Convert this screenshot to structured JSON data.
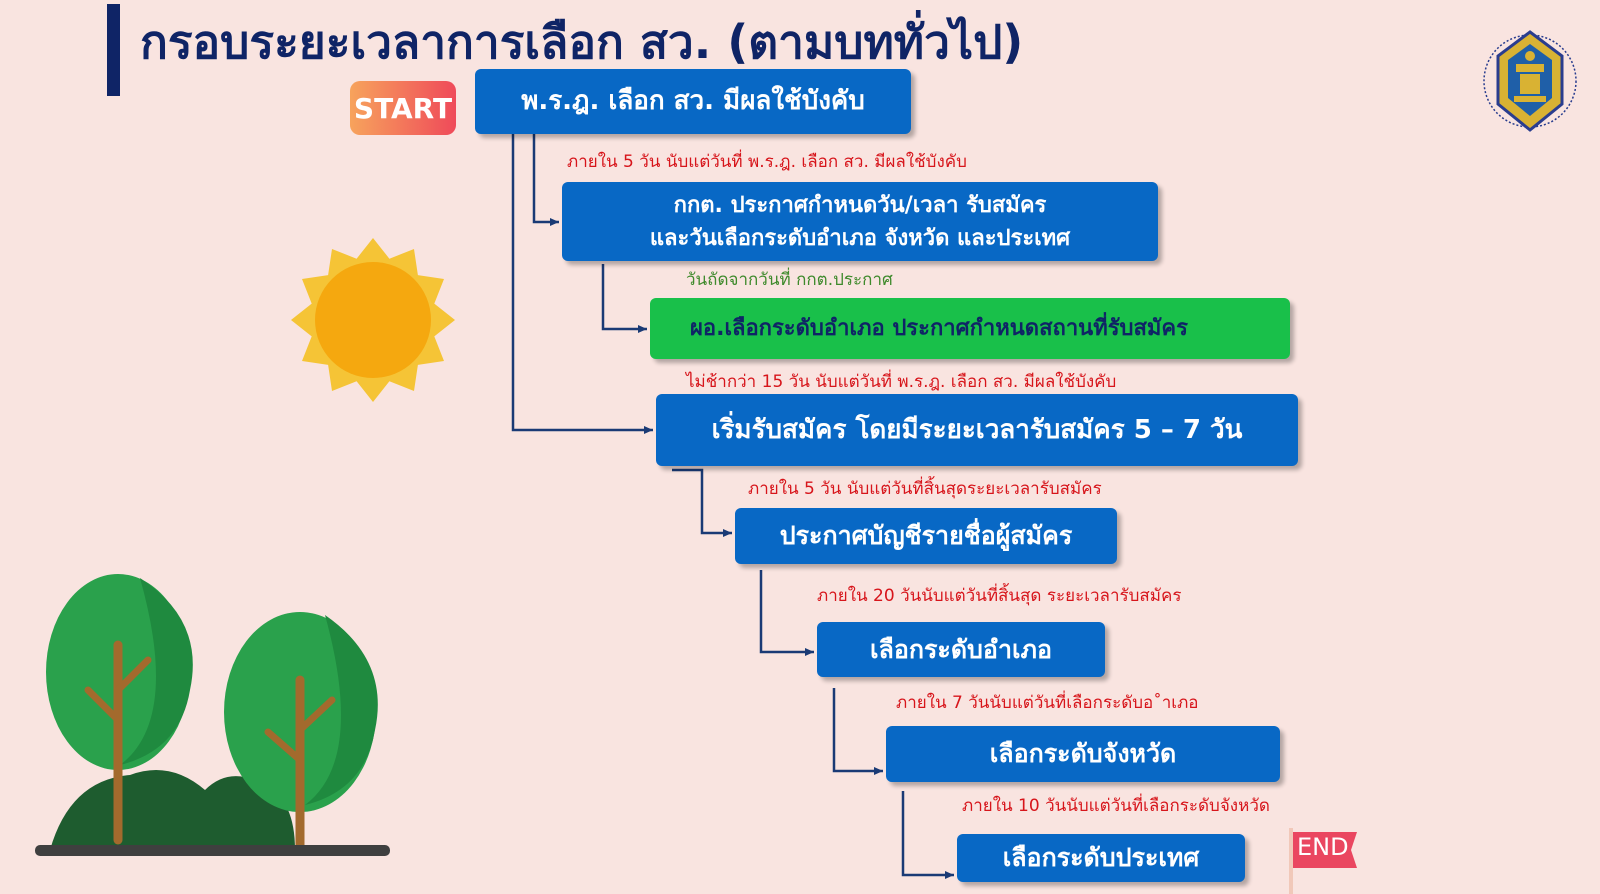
{
  "page": {
    "title": "กรอบระยะเวลาการเลือก สว. (ตามบททั่วไป)",
    "start_label": "START",
    "end_label": "END"
  },
  "steps": [
    {
      "lines": [
        "พ.ร.ฎ. เลือก สว. มีผลใช้บังคับ"
      ]
    },
    {
      "lines": [
        "กกต. ประกาศกำหนดวัน/เวลา รับสมัคร",
        "และวันเลือกระดับอำเภอ จังหวัด และประเทศ"
      ]
    },
    {
      "lines": [
        "ผอ.เลือกระดับอำเภอ ประกาศกำหนดสถานที่รับสมัคร"
      ]
    },
    {
      "lines": [
        "เริ่มรับสมัคร โดยมีระยะเวลารับสมัคร 5 – 7 วัน"
      ]
    },
    {
      "lines": [
        "ประกาศบัญชีรายชื่อผู้สมัคร"
      ]
    },
    {
      "lines": [
        "เลือกระดับอำเภอ"
      ]
    },
    {
      "lines": [
        "เลือกระดับจังหวัด"
      ]
    },
    {
      "lines": [
        "เลือกระดับประเทศ"
      ]
    }
  ],
  "timing_notes": [
    "ภายใน 5 วัน นับแต่วันที่ พ.ร.ฎ. เลือก สว. มีผลใช้บังคับ",
    "วันถัดจากวันที่ กกต.ประกาศ",
    "ไม่ช้ากว่า 15 วัน  นับแต่วันที่ พ.ร.ฎ. เลือก สว. มีผลใช้บังคับ",
    "ภายใน 5 วัน นับแต่วันที่สิ้นสุดระยะเวลารับสมัคร",
    "ภายใน 20 วันนับแต่วันที่สิ้นสุด ระยะเวลารับสมัคร",
    "ภายใน 7 วันนับแต่วันที่เลือกระดับอ˚าเภอ",
    "ภายใน 10 วันนับแต่วันที่เลือกระดับจังหวัด"
  ],
  "colors": {
    "background": "#f9e4e0",
    "title": "#0f2466",
    "step_box": "#0868c5",
    "step_box_highlight": "#19c04a",
    "note_text": "#d7151b",
    "note_text_green": "#3f8a2c",
    "connector": "#1a3a75"
  },
  "decorations": {
    "seal": "ect-seal-logo",
    "sun": "sun-icon",
    "trees": "trees-illustration",
    "end_flag": "end-flag-icon"
  }
}
